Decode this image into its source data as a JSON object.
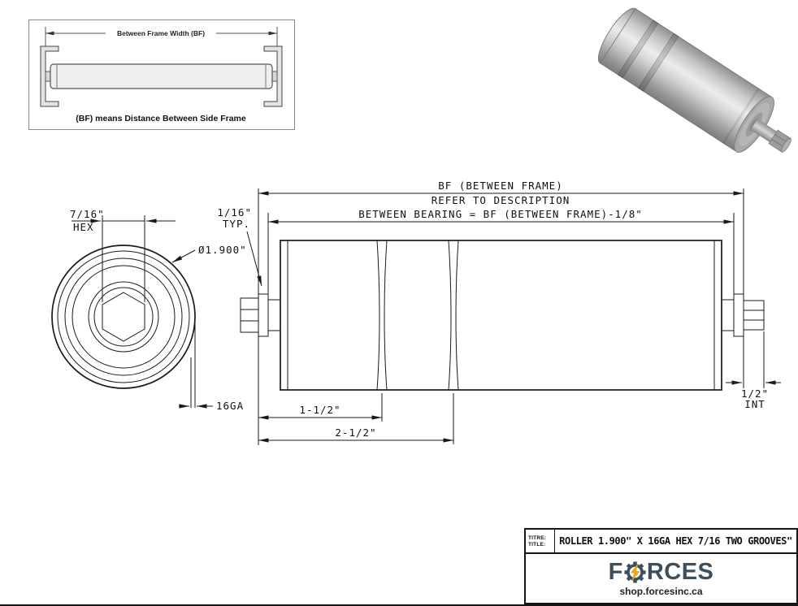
{
  "inset": {
    "dim_label": "Between Frame Width (BF)",
    "caption": "(BF) means Distance Between Side Frame"
  },
  "end_view": {
    "hex_size": "7/16\"",
    "hex_word": "HEX",
    "diameter": "Ø1.900\"",
    "gauge": "16GA"
  },
  "side_view": {
    "bf_line1": "BF (BETWEEN FRAME)",
    "bf_line2": "REFER TO DESCRIPTION",
    "between_bearing": "BETWEEN BEARING = BF (BETWEEN FRAME)-1/8\"",
    "typ_size": "1/16\"",
    "typ_word": "TYP.",
    "int_size": "1/2\"",
    "int_word": "INT",
    "dim_groove1": "1-1/2\"",
    "dim_groove2": "2-1/2\""
  },
  "title_block": {
    "label_fr": "TITRE:",
    "label_en": "TITLE:",
    "title": "ROLLER 1.900\" X 16GA HEX 7/16 TWO GROOVES\"",
    "brand_prefix": "F",
    "brand_suffix": "RCES",
    "website": "shop.forcesinc.ca",
    "brand_color": "#3d4f5c",
    "accent_color": "#f0a51c"
  }
}
